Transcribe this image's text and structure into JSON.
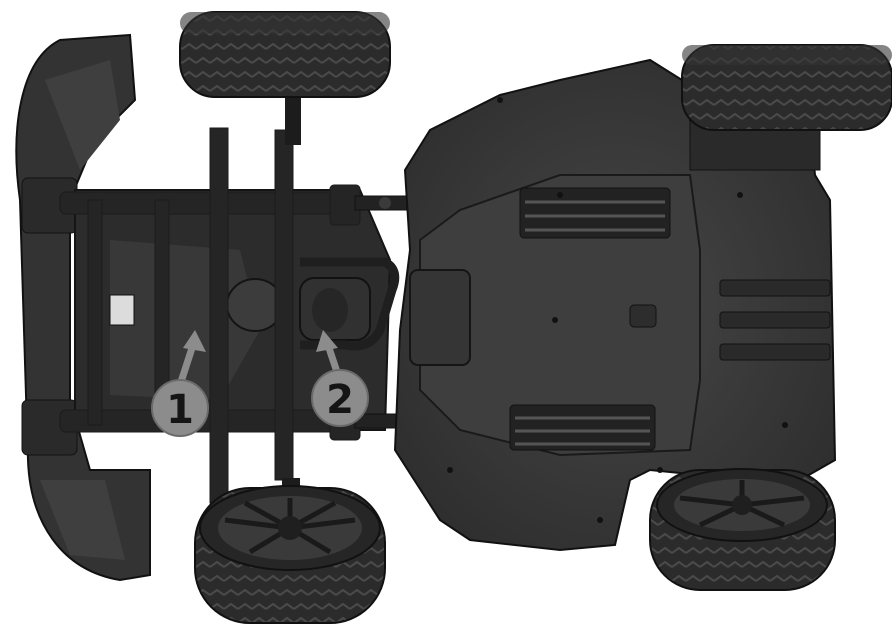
{
  "image": {
    "subject": "underside-of-ride-on-toy-car",
    "palette": {
      "background": "#ffffff",
      "body": "#3a3a3a",
      "body_dark": "#262626",
      "frame": "#1e1e1e",
      "tire": "#2a2a2a",
      "tread": "#4a4a4a",
      "marker_fill": "#8c8c8c",
      "marker_text": "#151515"
    }
  },
  "callouts": [
    {
      "label": "1"
    },
    {
      "label": "2"
    }
  ]
}
